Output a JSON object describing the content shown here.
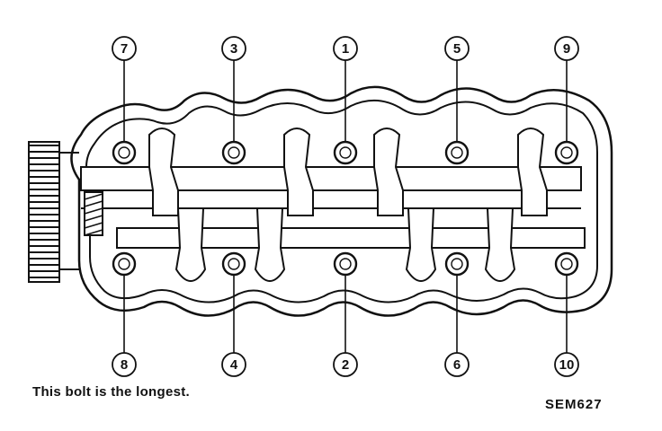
{
  "diagram": {
    "caption": "This bolt is the longest.",
    "figure_code": "SEM627",
    "line_color": "#111111",
    "background": "#ffffff",
    "bolts": [
      {
        "label": "7",
        "row": "top",
        "column": 1
      },
      {
        "label": "3",
        "row": "top",
        "column": 2
      },
      {
        "label": "1",
        "row": "top",
        "column": 3
      },
      {
        "label": "5",
        "row": "top",
        "column": 4
      },
      {
        "label": "9",
        "row": "top",
        "column": 5
      },
      {
        "label": "8",
        "row": "bottom",
        "column": 1
      },
      {
        "label": "4",
        "row": "bottom",
        "column": 2
      },
      {
        "label": "2",
        "row": "bottom",
        "column": 3
      },
      {
        "label": "6",
        "row": "bottom",
        "column": 4
      },
      {
        "label": "10",
        "row": "bottom",
        "column": 5
      }
    ]
  }
}
